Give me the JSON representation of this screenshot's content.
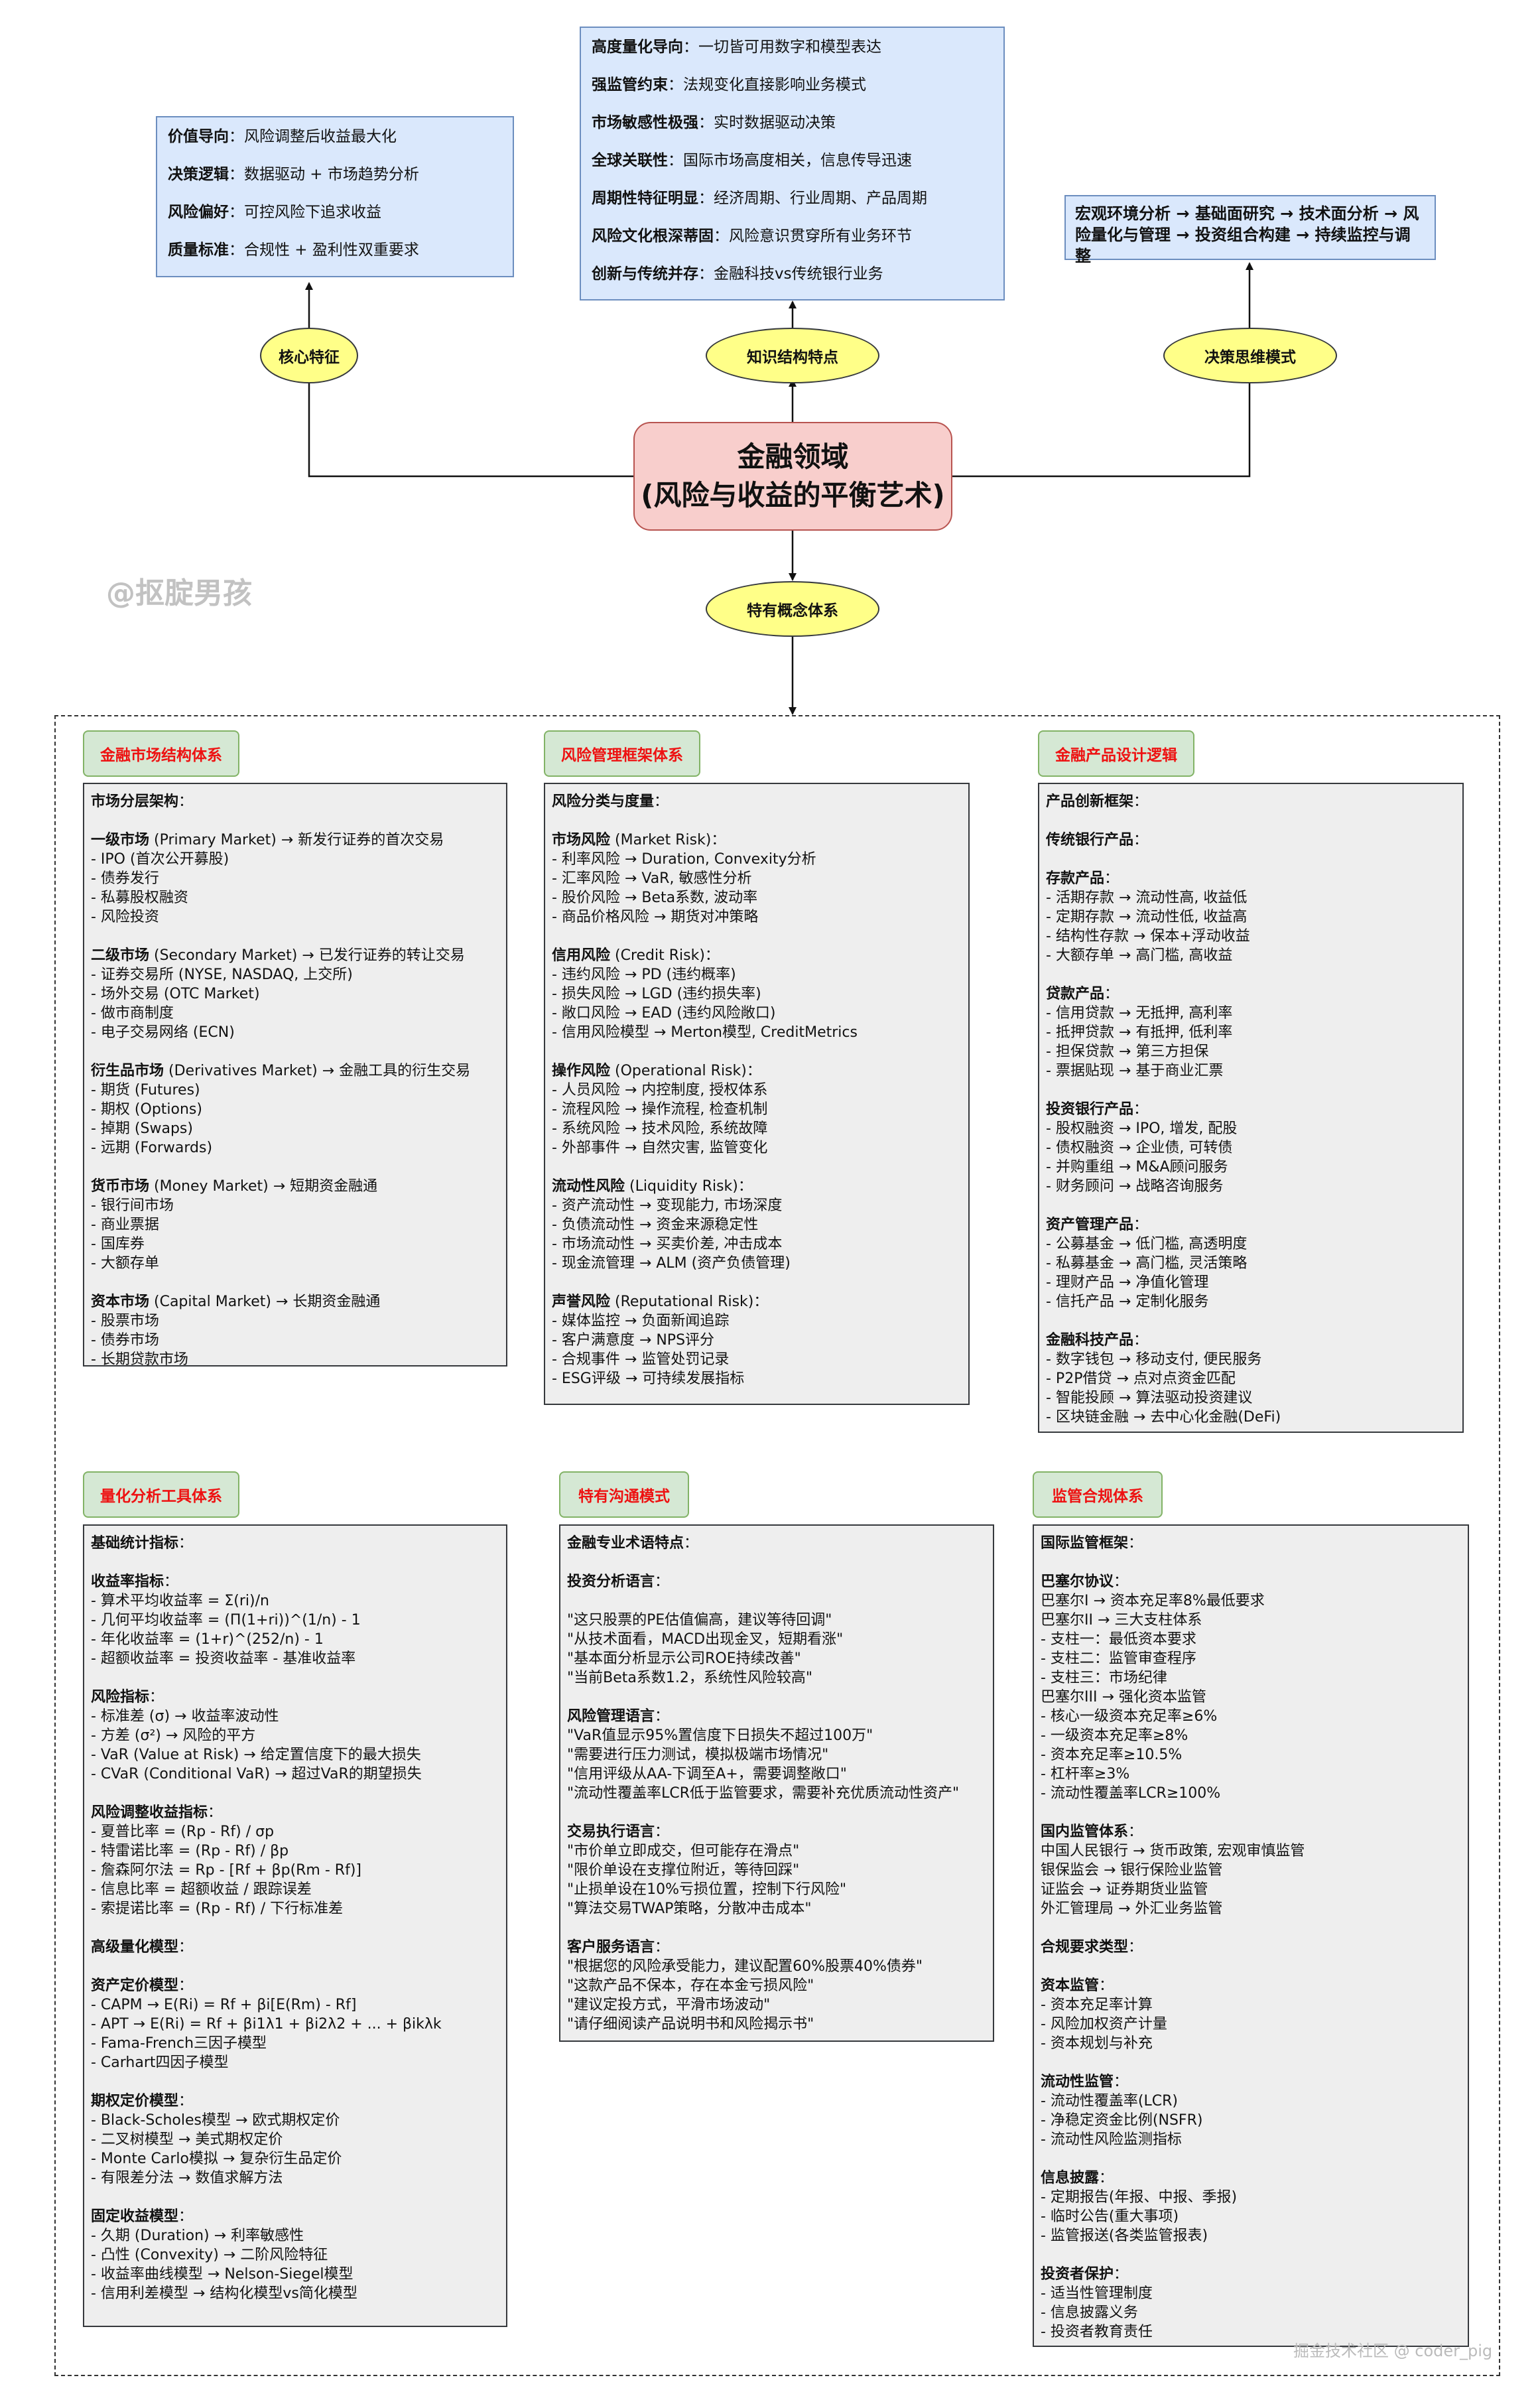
{
  "center": {
    "line1": "金融领域",
    "line2": "(风险与收益的平衡艺术)"
  },
  "nodes": {
    "core": "核心特征",
    "knowledge": "知识结构特点",
    "decision": "决策思维模式",
    "concepts": "特有概念体系"
  },
  "core_traits": [
    {
      "k": "价值导向",
      "v": "：风险调整后收益最大化"
    },
    {
      "k": "决策逻辑",
      "v": "：数据驱动 + 市场趋势分析"
    },
    {
      "k": "风险偏好",
      "v": "：可控风险下追求收益"
    },
    {
      "k": "质量标准",
      "v": "：合规性 + 盈利性双重要求"
    }
  ],
  "knowledge_traits": [
    {
      "k": "高度量化导向",
      "v": "：一切皆可用数字和模型表达"
    },
    {
      "k": "强监管约束",
      "v": "：法规变化直接影响业务模式"
    },
    {
      "k": "市场敏感性极强",
      "v": "：实时数据驱动决策"
    },
    {
      "k": "全球关联性",
      "v": "：国际市场高度相关，信息传导迅速"
    },
    {
      "k": "周期性特征明显",
      "v": "：经济周期、行业周期、产品周期"
    },
    {
      "k": "风险文化根深蒂固",
      "v": "：风险意识贯穿所有业务环节"
    },
    {
      "k": "创新与传统并存",
      "v": "：金融科技vs传统银行业务"
    }
  ],
  "decision_flow": {
    "line1": "宏观环境分析 → 基础面研究 → 技术面分析 → 风",
    "line2": "险量化与管理 → 投资组合构建 → 持续监控与调整"
  },
  "watermark": "@抠腚男孩",
  "footer": "掘金技术社区 @ coder_pig",
  "sections": [
    {
      "title": "金融市场结构体系",
      "lines": [
        {
          "b": "市场分层架构",
          "t": "："
        },
        {
          "b": "",
          "t": ""
        },
        {
          "b": "一级市场",
          "t": " (Primary Market) → 新发行证券的首次交易"
        },
        {
          "b": "",
          "t": "- IPO (首次公开募股)"
        },
        {
          "b": "",
          "t": "- 债券发行"
        },
        {
          "b": "",
          "t": "- 私募股权融资"
        },
        {
          "b": "",
          "t": "- 风险投资"
        },
        {
          "b": "",
          "t": ""
        },
        {
          "b": "二级市场",
          "t": " (Secondary Market) → 已发行证券的转让交易"
        },
        {
          "b": "",
          "t": "- 证券交易所 (NYSE, NASDAQ, 上交所)"
        },
        {
          "b": "",
          "t": "- 场外交易 (OTC Market)"
        },
        {
          "b": "",
          "t": "- 做市商制度"
        },
        {
          "b": "",
          "t": "- 电子交易网络 (ECN)"
        },
        {
          "b": "",
          "t": ""
        },
        {
          "b": "衍生品市场",
          "t": " (Derivatives Market) → 金融工具的衍生交易"
        },
        {
          "b": "",
          "t": "- 期货 (Futures)"
        },
        {
          "b": "",
          "t": "- 期权 (Options)"
        },
        {
          "b": "",
          "t": "- 掉期 (Swaps)"
        },
        {
          "b": "",
          "t": "- 远期 (Forwards)"
        },
        {
          "b": "",
          "t": ""
        },
        {
          "b": "货币市场",
          "t": " (Money Market) → 短期资金融通"
        },
        {
          "b": "",
          "t": "- 银行间市场"
        },
        {
          "b": "",
          "t": "- 商业票据"
        },
        {
          "b": "",
          "t": "- 国库券"
        },
        {
          "b": "",
          "t": "- 大额存单"
        },
        {
          "b": "",
          "t": ""
        },
        {
          "b": "资本市场",
          "t": " (Capital Market) → 长期资金融通"
        },
        {
          "b": "",
          "t": "- 股票市场"
        },
        {
          "b": "",
          "t": "- 债券市场"
        },
        {
          "b": "",
          "t": "- 长期贷款市场"
        }
      ]
    },
    {
      "title": "风险管理框架体系",
      "lines": [
        {
          "b": "风险分类与度量",
          "t": "："
        },
        {
          "b": "",
          "t": ""
        },
        {
          "b": "市场风险",
          "t": " (Market Risk)："
        },
        {
          "b": "",
          "t": "- 利率风险 → Duration, Convexity分析"
        },
        {
          "b": "",
          "t": "- 汇率风险 → VaR, 敏感性分析"
        },
        {
          "b": "",
          "t": "- 股价风险 → Beta系数, 波动率"
        },
        {
          "b": "",
          "t": "- 商品价格风险 → 期货对冲策略"
        },
        {
          "b": "",
          "t": ""
        },
        {
          "b": "信用风险",
          "t": " (Credit Risk)："
        },
        {
          "b": "",
          "t": "- 违约风险 → PD (违约概率)"
        },
        {
          "b": "",
          "t": "- 损失风险 → LGD (违约损失率)"
        },
        {
          "b": "",
          "t": "- 敞口风险 → EAD (违约风险敞口)"
        },
        {
          "b": "",
          "t": "- 信用风险模型 → Merton模型, CreditMetrics"
        },
        {
          "b": "",
          "t": ""
        },
        {
          "b": "操作风险",
          "t": " (Operational Risk)："
        },
        {
          "b": "",
          "t": "- 人员风险 → 内控制度, 授权体系"
        },
        {
          "b": "",
          "t": "- 流程风险 → 操作流程, 检查机制"
        },
        {
          "b": "",
          "t": "- 系统风险 → 技术风险, 系统故障"
        },
        {
          "b": "",
          "t": "- 外部事件 → 自然灾害, 监管变化"
        },
        {
          "b": "",
          "t": ""
        },
        {
          "b": "流动性风险",
          "t": " (Liquidity Risk)："
        },
        {
          "b": "",
          "t": "- 资产流动性 → 变现能力, 市场深度"
        },
        {
          "b": "",
          "t": "- 负债流动性 → 资金来源稳定性"
        },
        {
          "b": "",
          "t": "- 市场流动性 → 买卖价差, 冲击成本"
        },
        {
          "b": "",
          "t": "- 现金流管理 → ALM (资产负债管理)"
        },
        {
          "b": "",
          "t": ""
        },
        {
          "b": "声誉风险",
          "t": " (Reputational Risk)："
        },
        {
          "b": "",
          "t": "- 媒体监控 → 负面新闻追踪"
        },
        {
          "b": "",
          "t": "- 客户满意度 → NPS评分"
        },
        {
          "b": "",
          "t": "- 合规事件 → 监管处罚记录"
        },
        {
          "b": "",
          "t": "- ESG评级 → 可持续发展指标"
        }
      ]
    },
    {
      "title": "金融产品设计逻辑",
      "lines": [
        {
          "b": "产品创新框架",
          "t": "："
        },
        {
          "b": "",
          "t": ""
        },
        {
          "b": "传统银行产品",
          "t": "："
        },
        {
          "b": "",
          "t": ""
        },
        {
          "b": "存款产品",
          "t": "："
        },
        {
          "b": "",
          "t": "- 活期存款 → 流动性高, 收益低"
        },
        {
          "b": "",
          "t": "- 定期存款 → 流动性低, 收益高"
        },
        {
          "b": "",
          "t": "- 结构性存款 → 保本+浮动收益"
        },
        {
          "b": "",
          "t": "- 大额存单 → 高门槛, 高收益"
        },
        {
          "b": "",
          "t": ""
        },
        {
          "b": "贷款产品",
          "t": "："
        },
        {
          "b": "",
          "t": "- 信用贷款 → 无抵押, 高利率"
        },
        {
          "b": "",
          "t": "- 抵押贷款 → 有抵押, 低利率"
        },
        {
          "b": "",
          "t": "- 担保贷款 → 第三方担保"
        },
        {
          "b": "",
          "t": "- 票据贴现 → 基于商业汇票"
        },
        {
          "b": "",
          "t": ""
        },
        {
          "b": "投资银行产品",
          "t": "："
        },
        {
          "b": "",
          "t": "- 股权融资 → IPO, 增发, 配股"
        },
        {
          "b": "",
          "t": "- 债权融资 → 企业债, 可转债"
        },
        {
          "b": "",
          "t": "- 并购重组 → M&A顾问服务"
        },
        {
          "b": "",
          "t": "- 财务顾问 → 战略咨询服务"
        },
        {
          "b": "",
          "t": ""
        },
        {
          "b": "资产管理产品",
          "t": "："
        },
        {
          "b": "",
          "t": "- 公募基金 → 低门槛, 高透明度"
        },
        {
          "b": "",
          "t": "- 私募基金 → 高门槛, 灵活策略"
        },
        {
          "b": "",
          "t": "- 理财产品 → 净值化管理"
        },
        {
          "b": "",
          "t": "- 信托产品 → 定制化服务"
        },
        {
          "b": "",
          "t": ""
        },
        {
          "b": "金融科技产品",
          "t": "："
        },
        {
          "b": "",
          "t": "- 数字钱包 → 移动支付, 便民服务"
        },
        {
          "b": "",
          "t": "- P2P借贷 → 点对点资金匹配"
        },
        {
          "b": "",
          "t": "- 智能投顾 → 算法驱动投资建议"
        },
        {
          "b": "",
          "t": "- 区块链金融 → 去中心化金融(DeFi)"
        }
      ]
    },
    {
      "title": "量化分析工具体系",
      "lines": [
        {
          "b": "基础统计指标",
          "t": "："
        },
        {
          "b": "",
          "t": ""
        },
        {
          "b": "收益率指标",
          "t": "："
        },
        {
          "b": "",
          "t": "- 算术平均收益率 = Σ(ri)/n"
        },
        {
          "b": "",
          "t": "- 几何平均收益率 = (Π(1+ri))^(1/n) - 1"
        },
        {
          "b": "",
          "t": "- 年化收益率 = (1+r)^(252/n) - 1"
        },
        {
          "b": "",
          "t": "- 超额收益率 = 投资收益率 - 基准收益率"
        },
        {
          "b": "",
          "t": ""
        },
        {
          "b": "风险指标",
          "t": "："
        },
        {
          "b": "",
          "t": "- 标准差 (σ) → 收益率波动性"
        },
        {
          "b": "",
          "t": "- 方差 (σ²) → 风险的平方"
        },
        {
          "b": "",
          "t": "- VaR (Value at Risk) → 给定置信度下的最大损失"
        },
        {
          "b": "",
          "t": "- CVaR (Conditional VaR) → 超过VaR的期望损失"
        },
        {
          "b": "",
          "t": ""
        },
        {
          "b": "风险调整收益指标",
          "t": "："
        },
        {
          "b": "",
          "t": "- 夏普比率 = (Rp - Rf) / σp"
        },
        {
          "b": "",
          "t": "- 特雷诺比率 = (Rp - Rf) / βp"
        },
        {
          "b": "",
          "t": "- 詹森阿尔法 = Rp - [Rf + βp(Rm - Rf)]"
        },
        {
          "b": "",
          "t": "- 信息比率 = 超额收益 / 跟踪误差"
        },
        {
          "b": "",
          "t": "- 索提诺比率 = (Rp - Rf) / 下行标准差"
        },
        {
          "b": "",
          "t": ""
        },
        {
          "b": "高级量化模型",
          "t": "："
        },
        {
          "b": "",
          "t": ""
        },
        {
          "b": "资产定价模型",
          "t": "："
        },
        {
          "b": "",
          "t": "- CAPM → E(Ri) = Rf + βi[E(Rm) - Rf]"
        },
        {
          "b": "",
          "t": "- APT → E(Ri) = Rf + βi1λ1 + βi2λ2 + ... + βikλk"
        },
        {
          "b": "",
          "t": "- Fama-French三因子模型"
        },
        {
          "b": "",
          "t": "- Carhart四因子模型"
        },
        {
          "b": "",
          "t": ""
        },
        {
          "b": "期权定价模型",
          "t": "："
        },
        {
          "b": "",
          "t": "- Black-Scholes模型 → 欧式期权定价"
        },
        {
          "b": "",
          "t": "- 二叉树模型 → 美式期权定价"
        },
        {
          "b": "",
          "t": "- Monte Carlo模拟 → 复杂衍生品定价"
        },
        {
          "b": "",
          "t": "- 有限差分法 → 数值求解方法"
        },
        {
          "b": "",
          "t": ""
        },
        {
          "b": "固定收益模型",
          "t": "："
        },
        {
          "b": "",
          "t": "- 久期 (Duration) → 利率敏感性"
        },
        {
          "b": "",
          "t": "- 凸性 (Convexity) → 二阶风险特征"
        },
        {
          "b": "",
          "t": "- 收益率曲线模型 → Nelson-Siegel模型"
        },
        {
          "b": "",
          "t": "- 信用利差模型 → 结构化模型vs简化模型"
        }
      ]
    },
    {
      "title": "特有沟通模式",
      "lines": [
        {
          "b": "金融专业术语特点",
          "t": "："
        },
        {
          "b": "",
          "t": ""
        },
        {
          "b": "投资分析语言",
          "t": "："
        },
        {
          "b": "",
          "t": ""
        },
        {
          "b": "",
          "t": "\"这只股票的PE估值偏高，建议等待回调\""
        },
        {
          "b": "",
          "t": "\"从技术面看，MACD出现金叉，短期看涨\""
        },
        {
          "b": "",
          "t": "\"基本面分析显示公司ROE持续改善\""
        },
        {
          "b": "",
          "t": "\"当前Beta系数1.2，系统性风险较高\""
        },
        {
          "b": "",
          "t": ""
        },
        {
          "b": "风险管理语言",
          "t": "："
        },
        {
          "b": "",
          "t": "\"VaR值显示95%置信度下日损失不超过100万\""
        },
        {
          "b": "",
          "t": "\"需要进行压力测试，模拟极端市场情况\""
        },
        {
          "b": "",
          "t": "\"信用评级从AA-下调至A+，需要调整敞口\""
        },
        {
          "b": "",
          "t": "\"流动性覆盖率LCR低于监管要求，需要补充优质流动性资产\""
        },
        {
          "b": "",
          "t": ""
        },
        {
          "b": "交易执行语言",
          "t": "："
        },
        {
          "b": "",
          "t": "\"市价单立即成交，但可能存在滑点\""
        },
        {
          "b": "",
          "t": "\"限价单设在支撑位附近，等待回踩\""
        },
        {
          "b": "",
          "t": "\"止损单设在10%亏损位置，控制下行风险\""
        },
        {
          "b": "",
          "t": "\"算法交易TWAP策略，分散冲击成本\""
        },
        {
          "b": "",
          "t": ""
        },
        {
          "b": "客户服务语言",
          "t": "："
        },
        {
          "b": "",
          "t": "\"根据您的风险承受能力，建议配置60%股票40%债券\""
        },
        {
          "b": "",
          "t": "\"这款产品不保本，存在本金亏损风险\""
        },
        {
          "b": "",
          "t": "\"建议定投方式，平滑市场波动\""
        },
        {
          "b": "",
          "t": "\"请仔细阅读产品说明书和风险揭示书\""
        }
      ]
    },
    {
      "title": "监管合规体系",
      "lines": [
        {
          "b": "国际监管框架",
          "t": "："
        },
        {
          "b": "",
          "t": ""
        },
        {
          "b": "巴塞尔协议",
          "t": "："
        },
        {
          "b": "",
          "t": "巴塞尔I → 资本充足率8%最低要求"
        },
        {
          "b": "",
          "t": "巴塞尔II → 三大支柱体系"
        },
        {
          "b": "",
          "t": "- 支柱一：最低资本要求"
        },
        {
          "b": "",
          "t": "- 支柱二：监管审查程序"
        },
        {
          "b": "",
          "t": "- 支柱三：市场纪律"
        },
        {
          "b": "",
          "t": "巴塞尔III → 强化资本监管"
        },
        {
          "b": "",
          "t": "- 核心一级资本充足率≥6%"
        },
        {
          "b": "",
          "t": "- 一级资本充足率≥8%"
        },
        {
          "b": "",
          "t": "- 资本充足率≥10.5%"
        },
        {
          "b": "",
          "t": "- 杠杆率≥3%"
        },
        {
          "b": "",
          "t": "- 流动性覆盖率LCR≥100%"
        },
        {
          "b": "",
          "t": ""
        },
        {
          "b": "国内监管体系",
          "t": "："
        },
        {
          "b": "",
          "t": "中国人民银行 → 货币政策, 宏观审慎监管"
        },
        {
          "b": "",
          "t": "银保监会 → 银行保险业监管"
        },
        {
          "b": "",
          "t": "证监会 → 证券期货业监管"
        },
        {
          "b": "",
          "t": "外汇管理局 → 外汇业务监管"
        },
        {
          "b": "",
          "t": ""
        },
        {
          "b": "合规要求类型",
          "t": "："
        },
        {
          "b": "",
          "t": ""
        },
        {
          "b": "资本监管",
          "t": "："
        },
        {
          "b": "",
          "t": "- 资本充足率计算"
        },
        {
          "b": "",
          "t": "- 风险加权资产计量"
        },
        {
          "b": "",
          "t": "- 资本规划与补充"
        },
        {
          "b": "",
          "t": ""
        },
        {
          "b": "流动性监管",
          "t": "："
        },
        {
          "b": "",
          "t": "- 流动性覆盖率(LCR)"
        },
        {
          "b": "",
          "t": "- 净稳定资金比例(NSFR)"
        },
        {
          "b": "",
          "t": "- 流动性风险监测指标"
        },
        {
          "b": "",
          "t": ""
        },
        {
          "b": "信息披露",
          "t": "："
        },
        {
          "b": "",
          "t": "- 定期报告(年报、中报、季报)"
        },
        {
          "b": "",
          "t": "- 临时公告(重大事项)"
        },
        {
          "b": "",
          "t": "- 监管报送(各类监管报表)"
        },
        {
          "b": "",
          "t": ""
        },
        {
          "b": "投资者保护",
          "t": "："
        },
        {
          "b": "",
          "t": "- 适当性管理制度"
        },
        {
          "b": "",
          "t": "- 信息披露义务"
        },
        {
          "b": "",
          "t": "- 投资者教育责任"
        }
      ]
    }
  ]
}
